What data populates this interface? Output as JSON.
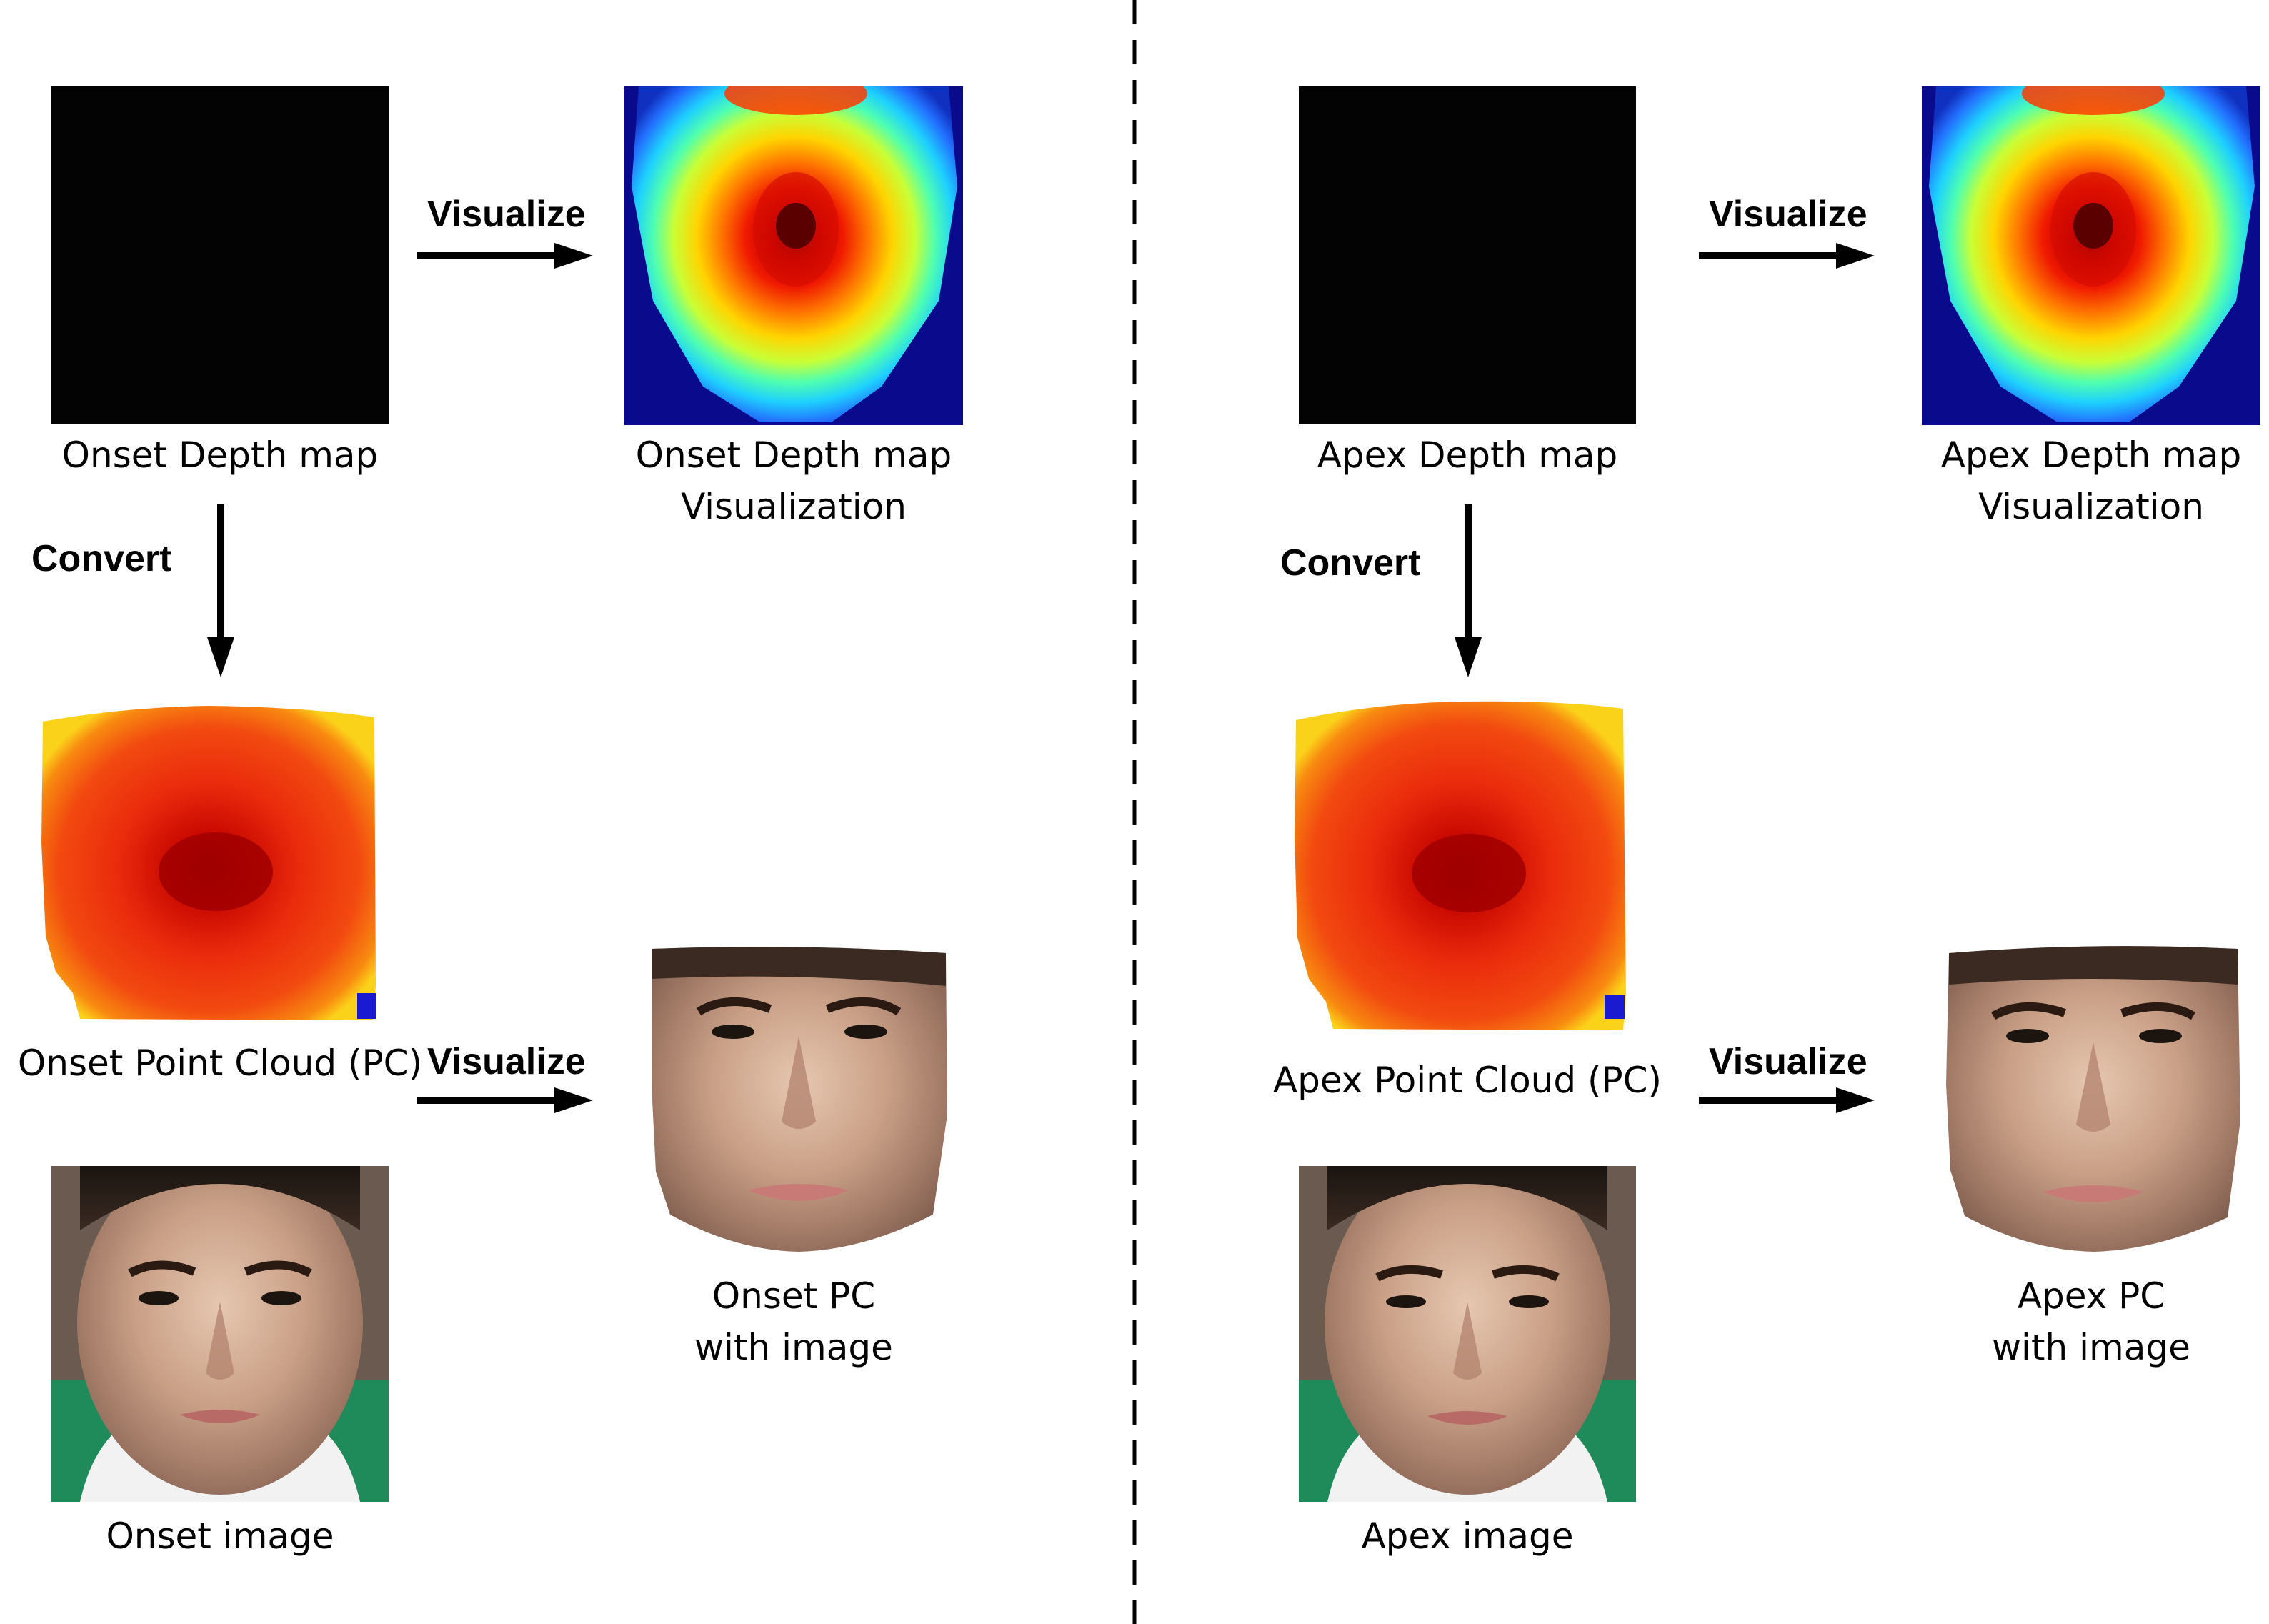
{
  "onset": {
    "depth_map_caption": "Onset Depth map",
    "depth_vis_caption_line1": "Onset Depth map",
    "depth_vis_caption_line2": "Visualization",
    "point_cloud_caption": "Onset Point Cloud (PC)",
    "image_caption": "Onset image",
    "pc_image_caption_line1": "Onset PC",
    "pc_image_caption_line2": "with image",
    "visualize_label_top": "Visualize",
    "visualize_label_bottom": "Visualize",
    "convert_label": "Convert"
  },
  "apex": {
    "depth_map_caption": "Apex Depth map",
    "depth_vis_caption_line1": "Apex Depth map",
    "depth_vis_caption_line2": "Visualization",
    "point_cloud_caption": "Apex Point Cloud (PC)",
    "image_caption": "Apex image",
    "pc_image_caption_line1": "Apex PC",
    "pc_image_caption_line2": "with image",
    "visualize_label_top": "Visualize",
    "visualize_label_bottom": "Visualize",
    "convert_label": "Convert"
  },
  "colors": {
    "depth_map_black": "#030303",
    "jet_background": "#0a0a8c",
    "point_cloud_red": "#e8260f",
    "green_background": "#1f8a5a"
  },
  "icons": [
    "arrow-right-icon",
    "arrow-down-icon",
    "divider-dashed-line"
  ]
}
